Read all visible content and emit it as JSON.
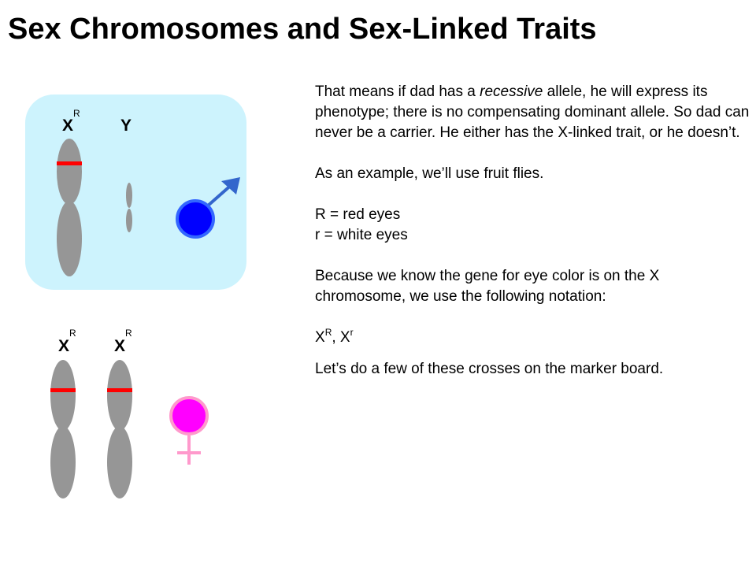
{
  "title": "Sex Chromosomes and Sex-Linked Traits",
  "male": {
    "chromosome1_label": "X",
    "chromosome1_allele": "R",
    "chromosome2_label": "Y",
    "symbol": "male-symbol",
    "panel_color": "#cdf3fd",
    "symbol_color": "#0000ff"
  },
  "female": {
    "chromosome1_label": "X",
    "chromosome1_allele": "R",
    "chromosome2_label": "X",
    "chromosome2_allele": "R",
    "symbol": "female-symbol",
    "symbol_color": "#ff00ff"
  },
  "colors": {
    "chromosome": "#969696",
    "allele_band": "#ff0000"
  },
  "text": {
    "para1_before": "That means if dad has a ",
    "para1_emph": "recessive",
    "para1_after": " allele, he will express its phenotype; there is no compensating dominant allele.  So dad can never be a carrier.  He either has the X-linked trait, or he doesn’t.",
    "para2": "As an example, we’ll use fruit flies.",
    "key_R": "R = red eyes",
    "key_r": "r = white eyes",
    "para3": "Because we know the gene for eye color is on the X chromosome, we use the following notation:",
    "notation_x1": "X",
    "notation_sup1": "R",
    "notation_sep": ", X",
    "notation_sup2": "r",
    "para4": "Let’s do a few of these crosses on the marker board."
  }
}
